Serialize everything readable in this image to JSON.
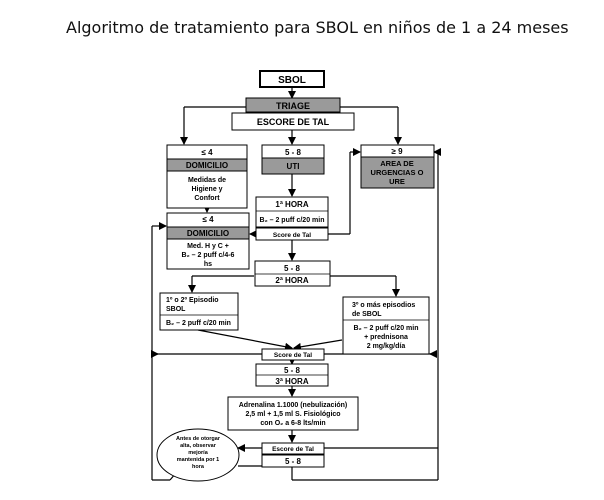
{
  "title": "Algoritmo de tratamiento para SBOL en niños de 1 a 24 meses",
  "flow": {
    "sbol": "SBOL",
    "triage": "TRIAGE",
    "escore": "ESCORE DE TAL",
    "leq4_a": "≤ 4",
    "domicilio_a": "DOMICILIO",
    "medidas": [
      "Medidas de",
      "Higiene y",
      "Confort"
    ],
    "r58_a": "5 - 8",
    "uti": "UTI",
    "geq9": "≥ 9",
    "area": [
      "AREA DE",
      "URGENCIAS O",
      "URE"
    ],
    "hora1": "1ª HORA",
    "b2_1": "B₂ – 2 puff c/20 min",
    "score_1": "Score de Tal",
    "leq4_b": "≤ 4",
    "domicilio_b": "DOMICILIO",
    "med_hyc": [
      "Med. H y C +",
      "B₂ – 2 puff c/4-6",
      "hs"
    ],
    "r58_b": "5 - 8",
    "hora2": "2ª HORA",
    "episodio1": [
      "1º o 2º Episodio",
      "SBOL"
    ],
    "b2_2": "B₂ – 2 puff c/20 min",
    "episodio3": [
      "3º o más episodios",
      "de SBOL"
    ],
    "b2_3": [
      "B₂ – 2 puff c/20 min",
      "+ prednisona",
      "2 mg/kg/día"
    ],
    "score_2": "Score de Tal",
    "r58_c": "5 - 8",
    "hora3": "3ª HORA",
    "adrenalina": [
      "Adrenalina 1.1000 (nebulización)",
      "2,5 ml + 1,5 ml S. Fisiológico",
      "con O₂ a 6-8 lts/min"
    ],
    "oval": [
      "Antes de otorgar",
      "alta, observar",
      "mejoría",
      "mantenida por 1",
      "hora"
    ],
    "score_3": "Escore de Tal",
    "r58_d": "5 - 8"
  }
}
